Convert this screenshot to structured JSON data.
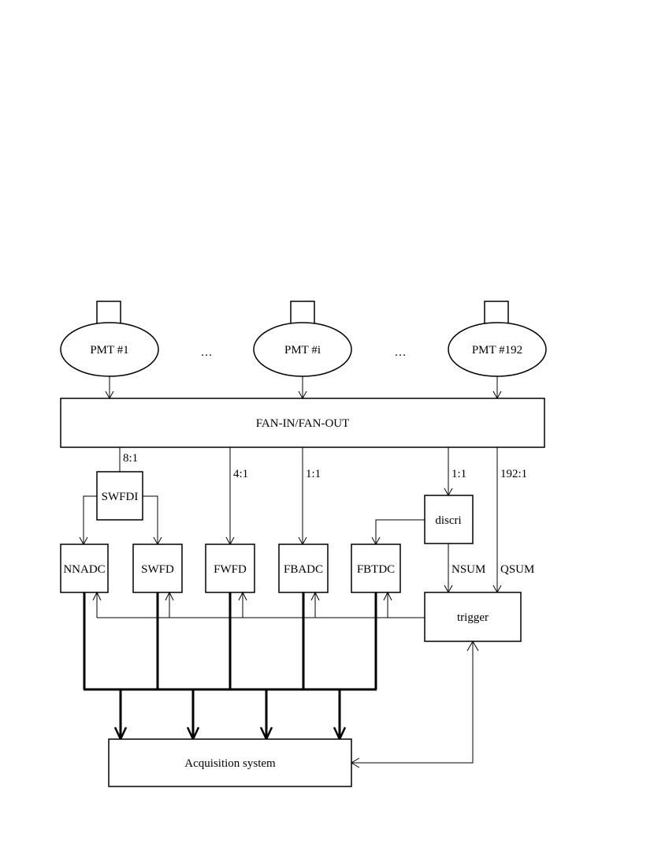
{
  "pmts": [
    {
      "label": "PMT #1"
    },
    {
      "label": "PMT #i"
    },
    {
      "label": "PMT #192"
    }
  ],
  "ellipsis": "…",
  "fanout": {
    "label": "FAN-IN/FAN-OUT"
  },
  "ratios": {
    "r1": "8:1",
    "r2": "4:1",
    "r3": "1:1",
    "r4": "1:1",
    "r5": "192:1"
  },
  "swfdi": {
    "label": "SWFDI"
  },
  "discri": {
    "label": "discri"
  },
  "modules": [
    {
      "label": "NNADC"
    },
    {
      "label": "SWFD"
    },
    {
      "label": "FWFD"
    },
    {
      "label": "FBADC"
    },
    {
      "label": "FBTDC"
    }
  ],
  "signals": {
    "nsum": "NSUM",
    "qsum": "QSUM"
  },
  "trigger": {
    "label": "trigger"
  },
  "acquisition": {
    "label": "Acquisition system"
  }
}
